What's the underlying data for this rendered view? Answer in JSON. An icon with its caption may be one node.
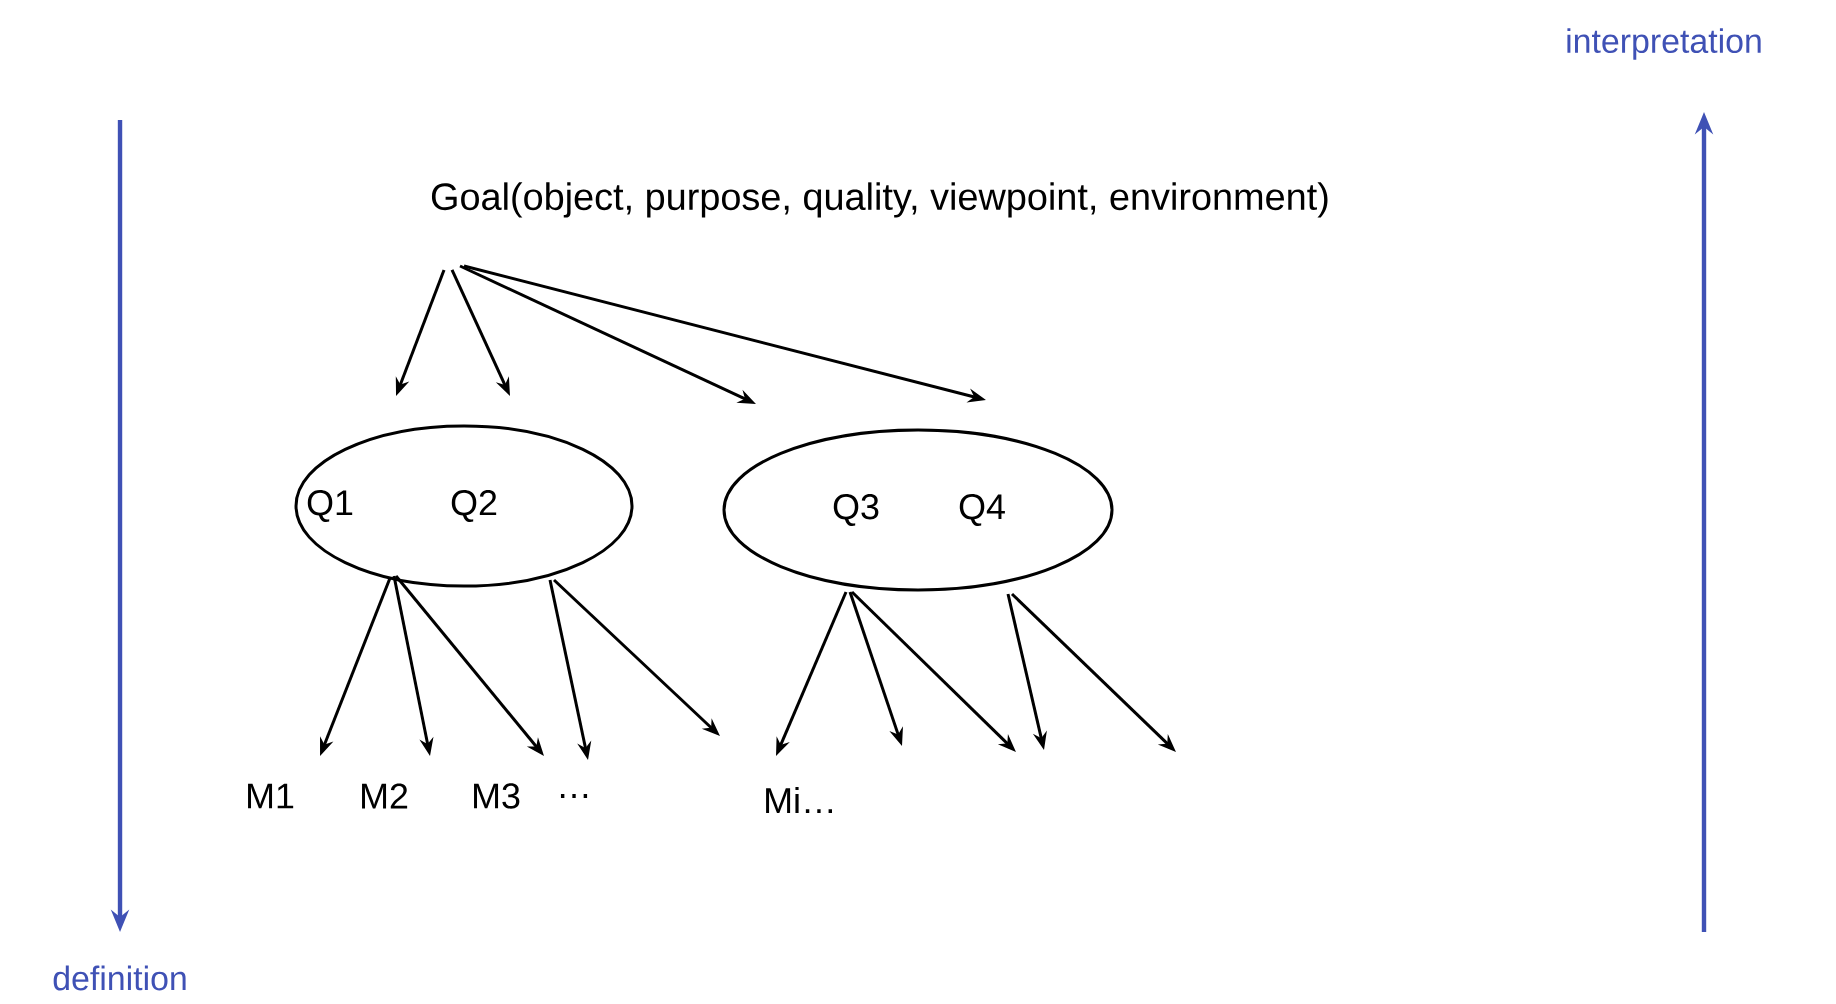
{
  "diagram": {
    "nodes": [
      {
        "text": [
          "Goal(object, purpose, quality, viewpoint, environment)"
        ]
      },
      {
        "text": [
          "Q1",
          "Q2"
        ]
      },
      {
        "text": [
          "Q3",
          "Q4"
        ]
      },
      {
        "text": [
          "M1"
        ]
      },
      {
        "text": [
          "M2"
        ]
      },
      {
        "text": [
          "M3"
        ]
      },
      {
        "text": [
          "…"
        ]
      },
      {
        "text": [
          "Mi…"
        ]
      }
    ],
    "edges": [
      {
        "from": 0,
        "to": 1,
        "arrow": "to"
      },
      {
        "from": 0,
        "to": 1,
        "arrow": "to"
      },
      {
        "from": 0,
        "to": 2,
        "arrow": "to"
      },
      {
        "from": 0,
        "to": 2,
        "arrow": "to"
      },
      {
        "from": 1,
        "to": 3,
        "arrow": "to"
      },
      {
        "from": 1,
        "to": 4,
        "arrow": "to"
      },
      {
        "from": 1,
        "to": 5,
        "arrow": "to"
      },
      {
        "from": 1,
        "to": 6,
        "arrow": "to"
      },
      {
        "from": 1,
        "to": null,
        "arrow": "to"
      },
      {
        "from": 2,
        "to": 7,
        "arrow": "to"
      },
      {
        "from": 2,
        "to": null,
        "arrow": "to"
      },
      {
        "from": 2,
        "to": null,
        "arrow": "to"
      },
      {
        "from": 2,
        "to": null,
        "arrow": "to"
      },
      {
        "from": 2,
        "to": null,
        "arrow": "to"
      }
    ],
    "labels": [
      "interpretation",
      "definition"
    ]
  }
}
